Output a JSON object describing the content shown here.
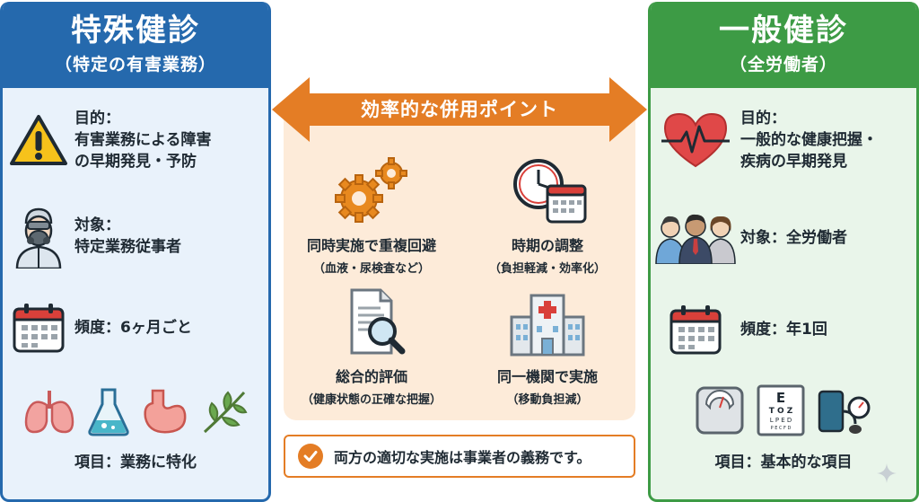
{
  "left": {
    "title": "特殊健診",
    "subtitle": "（特定の有害業務）",
    "purpose_line1": "目的：",
    "purpose_line2": "有害業務による障害",
    "purpose_line3": "の早期発見・予防",
    "target_line1": "対象：",
    "target_line2": "特定業務従事者",
    "frequency": "頻度：6ヶ月ごと",
    "items": "項目：業務に特化"
  },
  "center": {
    "arrow_label": "効率的な併用ポイント",
    "points": [
      {
        "title": "同時実施で重複回避",
        "sub": "（血液・尿検査など）",
        "icon": "gears-icon"
      },
      {
        "title": "時期の調整",
        "sub": "（負担軽減・効率化）",
        "icon": "clock-calendar-icon"
      },
      {
        "title": "総合的評価",
        "sub": "（健康状態の正確な把握）",
        "icon": "document-magnifier-icon"
      },
      {
        "title": "同一機関で実施",
        "sub": "（移動負担減）",
        "icon": "hospital-icon"
      }
    ],
    "note": "両方の適切な実施は事業者の義務です。"
  },
  "right": {
    "title": "一般健診",
    "subtitle": "（全労働者）",
    "purpose_line1": "目的：",
    "purpose_line2": "一般的な健康把握・",
    "purpose_line3": "疾病の早期発見",
    "target": "対象：全労働者",
    "frequency": "頻度：年1回",
    "items": "項目：基本的な項目",
    "eye_chart": [
      "E",
      "T O Z",
      "L P E D",
      "P E C F D"
    ]
  },
  "colors": {
    "special_blue": "#2569ad",
    "general_green": "#3d9b45",
    "accent_orange": "#e47d25",
    "center_bg": "#fdebd9"
  }
}
